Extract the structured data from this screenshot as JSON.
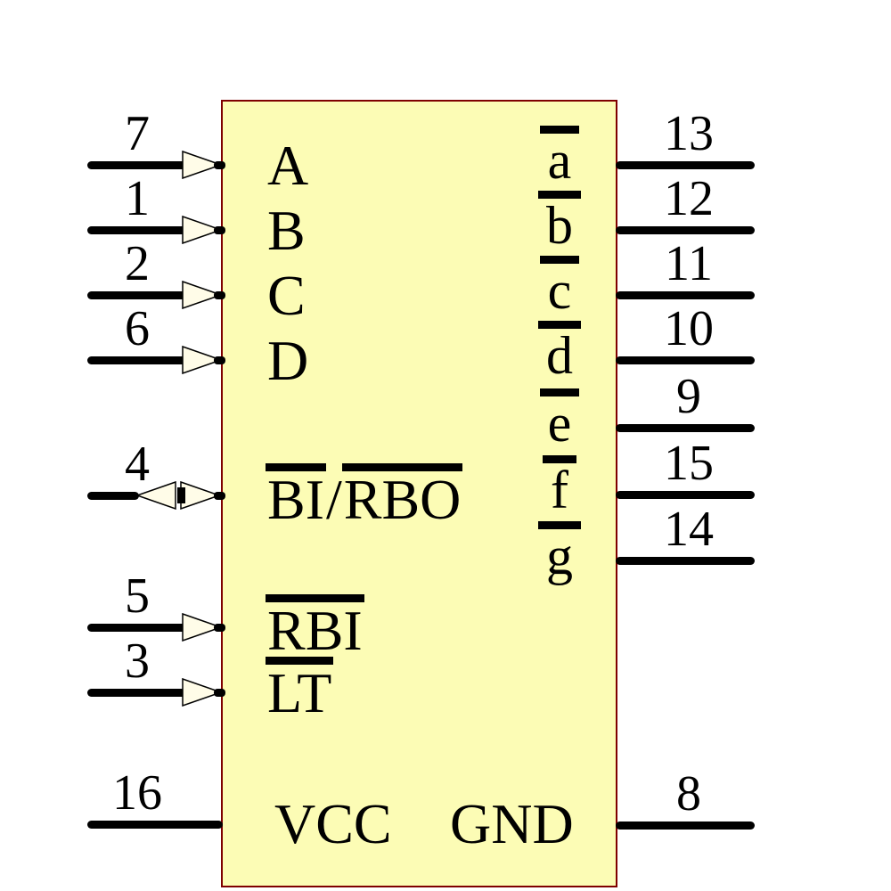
{
  "component": {
    "kind": "ic-pin-diagram"
  },
  "colors": {
    "body_fill": "#FCFCB5",
    "body_border": "#7F0000",
    "wire": "#000000",
    "arrow_fill": "#FFFCE8",
    "text": "#000000"
  },
  "pins": {
    "left": [
      {
        "number": "7",
        "label": "A",
        "overline": false,
        "direction": "input"
      },
      {
        "number": "1",
        "label": "B",
        "overline": false,
        "direction": "input"
      },
      {
        "number": "2",
        "label": "C",
        "overline": false,
        "direction": "input"
      },
      {
        "number": "6",
        "label": "D",
        "overline": false,
        "direction": "input"
      },
      {
        "number": "4",
        "label": "BI/RBO",
        "label_parts": [
          "BI",
          "RBO"
        ],
        "separator": "/",
        "overline": true,
        "direction": "bidirectional"
      },
      {
        "number": "5",
        "label": "RBI",
        "overline": true,
        "direction": "input"
      },
      {
        "number": "3",
        "label": "LT",
        "overline": true,
        "direction": "input"
      },
      {
        "number": "16",
        "label": "VCC",
        "overline": false,
        "direction": "power"
      }
    ],
    "right": [
      {
        "number": "13",
        "label": "a",
        "overline": true,
        "direction": "output"
      },
      {
        "number": "12",
        "label": "b",
        "overline": true,
        "direction": "output"
      },
      {
        "number": "11",
        "label": "c",
        "overline": true,
        "direction": "output"
      },
      {
        "number": "10",
        "label": "d",
        "overline": true,
        "direction": "output"
      },
      {
        "number": "9",
        "label": "e",
        "overline": true,
        "direction": "output"
      },
      {
        "number": "15",
        "label": "f",
        "overline": true,
        "direction": "output"
      },
      {
        "number": "14",
        "label": "g",
        "overline": true,
        "direction": "output"
      },
      {
        "number": "8",
        "label": "GND",
        "overline": false,
        "direction": "power"
      }
    ]
  }
}
